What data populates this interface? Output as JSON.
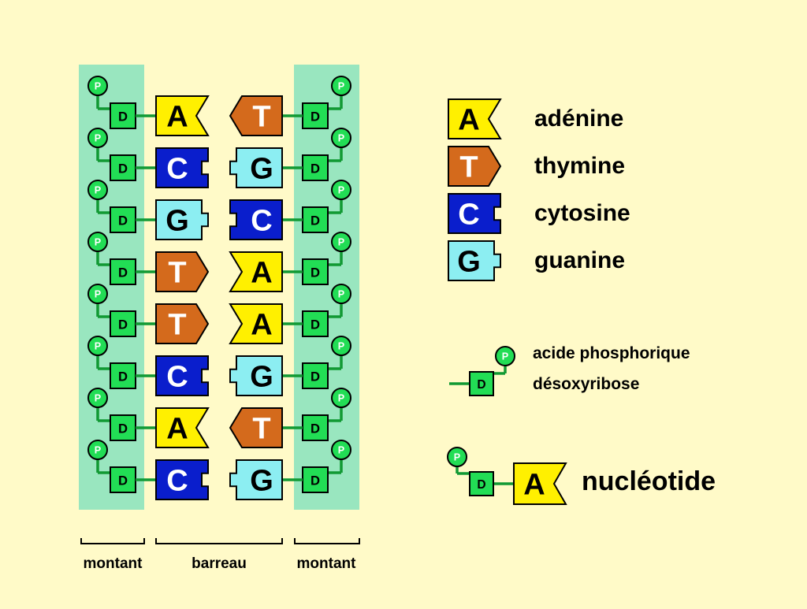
{
  "colors": {
    "background": "#FFFAC8",
    "strand": "#99E6BF",
    "deoxyribose": "#22DD55",
    "phosphate": "#22DD55",
    "link": "#119933",
    "adenine": "#FFF000",
    "thymine": "#D46A1C",
    "cytosine": "#0A1ECC",
    "guanine": "#8CEEF2",
    "outline": "#000000"
  },
  "symbols": {
    "phosphate": "P",
    "deoxyribose": "D"
  },
  "pairs": [
    {
      "left": "A",
      "right": "T"
    },
    {
      "left": "C",
      "right": "G"
    },
    {
      "left": "G",
      "right": "C"
    },
    {
      "left": "T",
      "right": "A"
    },
    {
      "left": "T",
      "right": "A"
    },
    {
      "left": "C",
      "right": "G"
    },
    {
      "left": "A",
      "right": "T"
    },
    {
      "left": "C",
      "right": "G"
    }
  ],
  "legend": {
    "bases": [
      {
        "letter": "A",
        "name": "adénine"
      },
      {
        "letter": "T",
        "name": "thymine"
      },
      {
        "letter": "C",
        "name": "cytosine"
      },
      {
        "letter": "G",
        "name": "guanine"
      }
    ],
    "phosphoric_acid": "acide phosphorique",
    "deoxyribose": "désoxyribose",
    "nucleotide_letter": "A",
    "nucleotide": "nucléotide"
  },
  "labels": {
    "left_upright": "montant",
    "rung": "barreau",
    "right_upright": "montant"
  }
}
